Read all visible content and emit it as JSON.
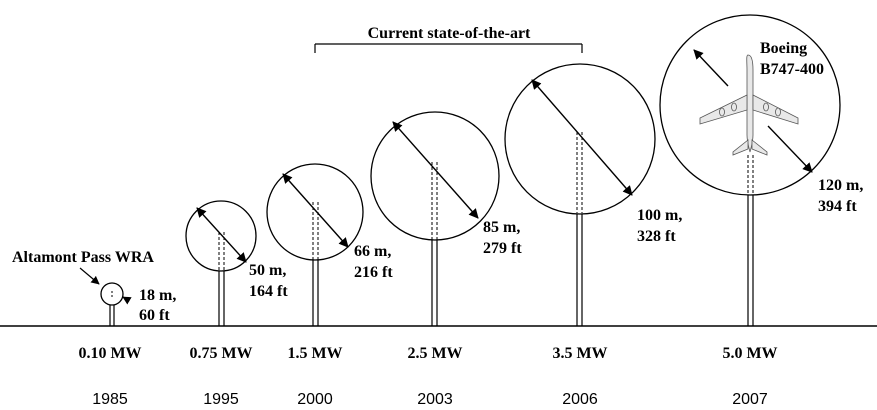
{
  "turbines": [
    {
      "power": "0.10 MW",
      "year": "1985",
      "size_line1": "18 m,",
      "size_line2": "60 ft"
    },
    {
      "power": "0.75 MW",
      "year": "1995",
      "size_line1": "50 m,",
      "size_line2": "164 ft"
    },
    {
      "power": "1.5 MW",
      "year": "2000",
      "size_line1": "66 m,",
      "size_line2": "216 ft"
    },
    {
      "power": "2.5 MW",
      "year": "2003",
      "size_line1": "85 m,",
      "size_line2": "279 ft"
    },
    {
      "power": "3.5 MW",
      "year": "2006",
      "size_line1": "100 m,",
      "size_line2": "328 ft"
    },
    {
      "power": "5.0 MW",
      "year": "2007",
      "size_line1": "120 m,",
      "size_line2": "394 ft"
    }
  ],
  "annotations": {
    "current_state": "Current state-of-the-art",
    "altamont": "Altamont Pass WRA",
    "boeing_line1": "Boeing",
    "boeing_line2": "B747-400"
  }
}
